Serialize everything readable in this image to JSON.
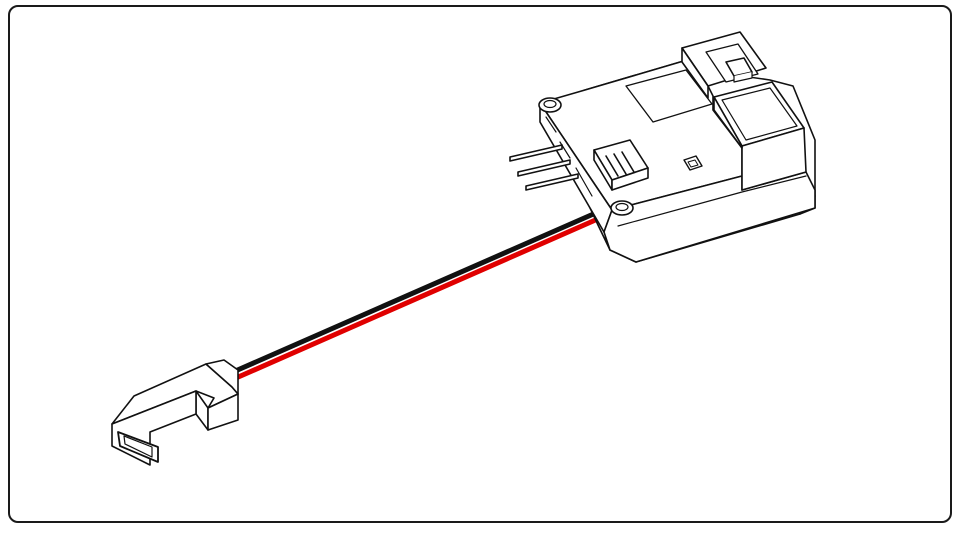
{
  "figure": {
    "subject": "",
    "components": [
      {
        "name": "receiver-module",
        "icon": "receiver-housing-icon"
      },
      {
        "name": "power-lead",
        "icon": "twin-wire-icon"
      },
      {
        "name": "lead-connector",
        "icon": "connector-plug-icon"
      }
    ]
  },
  "colors": {
    "outline": "#111111",
    "fill": "#ffffff",
    "wire_red": "#e00000",
    "wire_black": "#111111",
    "frame": "#1a1a1a"
  }
}
